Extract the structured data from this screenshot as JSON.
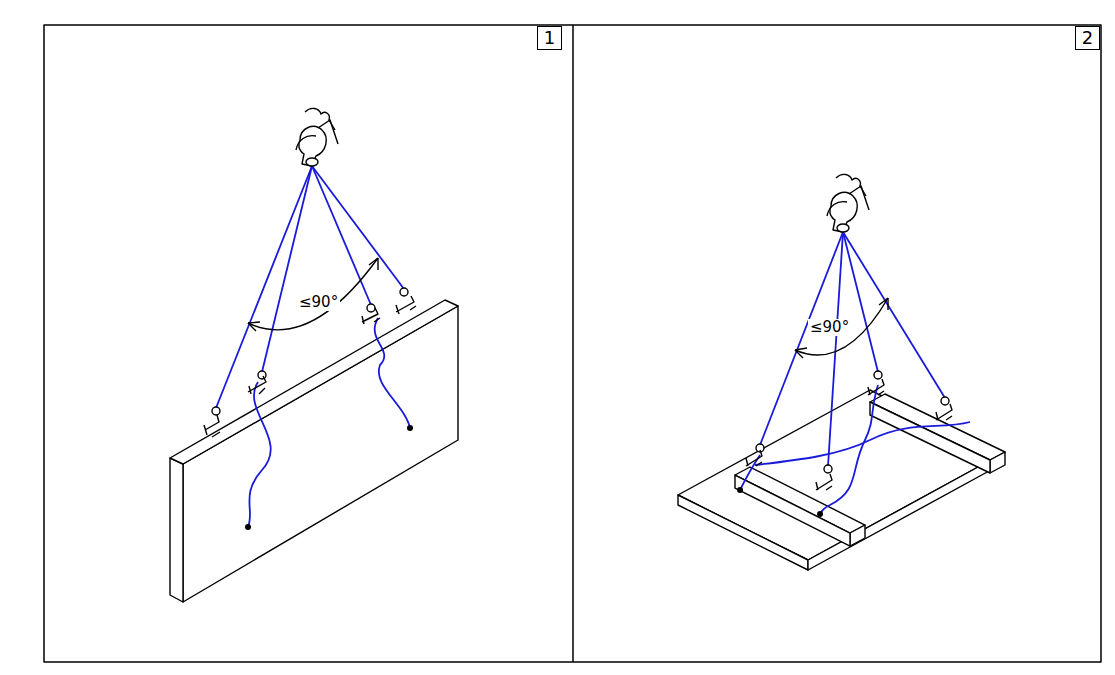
{
  "diagram": {
    "nodes": [
      {
        "text": [
          "1"
        ]
      },
      {
        "text": [
          "2"
        ]
      }
    ],
    "labels": [
      "≤90°",
      "≤90°"
    ]
  }
}
